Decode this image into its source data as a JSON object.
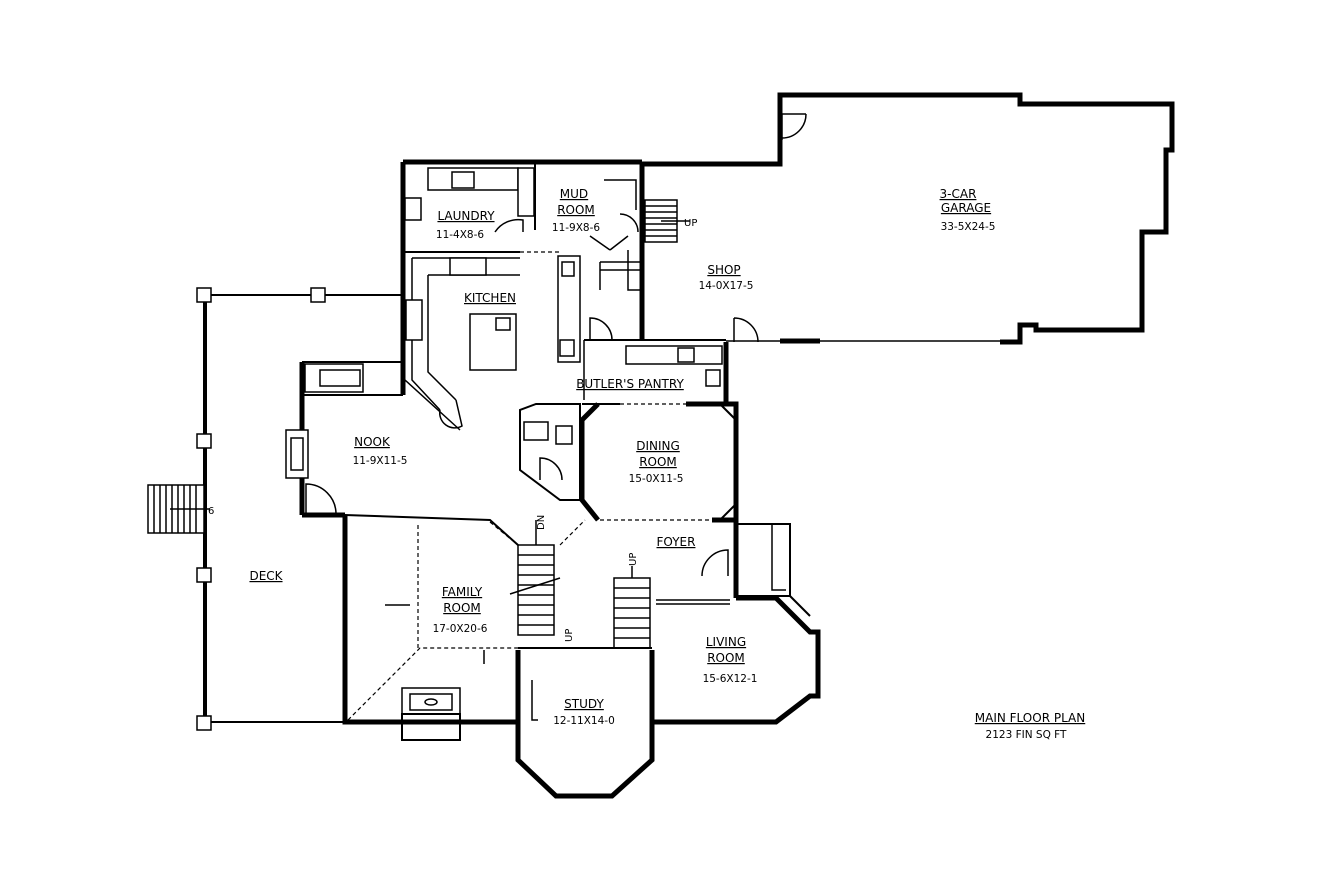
{
  "rooms": {
    "garage": {
      "name_line1": "3-CAR",
      "name_line2": "GARAGE",
      "dims": "33-5X24-5"
    },
    "shop": {
      "name": "SHOP",
      "dims": "14-0X17-5"
    },
    "laundry": {
      "name": "LAUNDRY",
      "dims": "11-4X8-6"
    },
    "mud_room": {
      "name_line1": "MUD",
      "name_line2": "ROOM",
      "dims": "11-9X8-6"
    },
    "kitchen": {
      "name": "KITCHEN"
    },
    "butlers_pantry": {
      "name": "BUTLER'S PANTRY"
    },
    "nook": {
      "name": "NOOK",
      "dims": "11-9X11-5"
    },
    "dining_room": {
      "name_line1": "DINING",
      "name_line2": "ROOM",
      "dims": "15-0X11-5"
    },
    "foyer": {
      "name": "FOYER"
    },
    "deck": {
      "name": "DECK"
    },
    "family_room": {
      "name_line1": "FAMILY",
      "name_line2": "ROOM",
      "dims": "17-0X20-6"
    },
    "living_room": {
      "name_line1": "LIVING",
      "name_line2": "ROOM",
      "dims": "15-6X12-1"
    },
    "study": {
      "name": "STUDY",
      "dims": "12-11X14-0"
    }
  },
  "stair_labels": {
    "garage_up": "UP",
    "family_up": "UP",
    "main_dn": "DN",
    "foyer_up": "UP",
    "deck_steps": "6"
  },
  "plan_info": {
    "title": "MAIN FLOOR PLAN",
    "area": "2123 FIN SQ FT"
  }
}
